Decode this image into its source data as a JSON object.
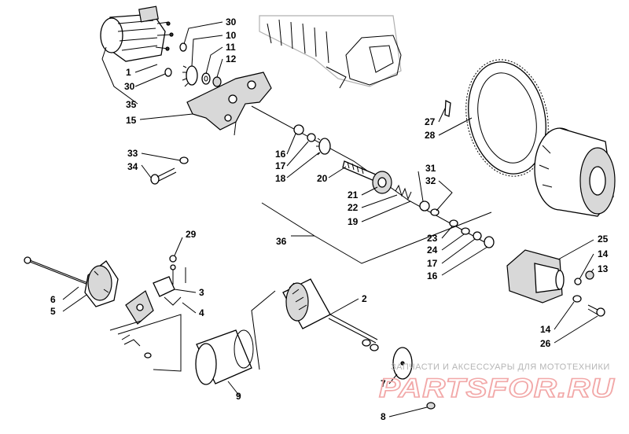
{
  "watermark": {
    "tagline": "ЗАПЧАСТИ И АКСЕССУАРЫ ДЛЯ МОТОТЕХНИКИ",
    "logo": "PARTSFOR.RU"
  },
  "callouts": [
    {
      "id": "c-30a",
      "label": "30"
    },
    {
      "id": "c-10",
      "label": "10"
    },
    {
      "id": "c-11",
      "label": "11"
    },
    {
      "id": "c-12",
      "label": "12"
    },
    {
      "id": "c-1",
      "label": "1"
    },
    {
      "id": "c-30b",
      "label": "30"
    },
    {
      "id": "c-35",
      "label": "35"
    },
    {
      "id": "c-15",
      "label": "15"
    },
    {
      "id": "c-33",
      "label": "33"
    },
    {
      "id": "c-34",
      "label": "34"
    },
    {
      "id": "c-16a",
      "label": "16"
    },
    {
      "id": "c-17a",
      "label": "17"
    },
    {
      "id": "c-18",
      "label": "18"
    },
    {
      "id": "c-20",
      "label": "20"
    },
    {
      "id": "c-21",
      "label": "21"
    },
    {
      "id": "c-22",
      "label": "22"
    },
    {
      "id": "c-19",
      "label": "19"
    },
    {
      "id": "c-31",
      "label": "31"
    },
    {
      "id": "c-32",
      "label": "32"
    },
    {
      "id": "c-27",
      "label": "27"
    },
    {
      "id": "c-28",
      "label": "28"
    },
    {
      "id": "c-36",
      "label": "36"
    },
    {
      "id": "c-23",
      "label": "23"
    },
    {
      "id": "c-24",
      "label": "24"
    },
    {
      "id": "c-17b",
      "label": "17"
    },
    {
      "id": "c-16b",
      "label": "16"
    },
    {
      "id": "c-25",
      "label": "25"
    },
    {
      "id": "c-14a",
      "label": "14"
    },
    {
      "id": "c-13",
      "label": "13"
    },
    {
      "id": "c-14b",
      "label": "14"
    },
    {
      "id": "c-26",
      "label": "26"
    },
    {
      "id": "c-29",
      "label": "29"
    },
    {
      "id": "c-3",
      "label": "3"
    },
    {
      "id": "c-4",
      "label": "4"
    },
    {
      "id": "c-6",
      "label": "6"
    },
    {
      "id": "c-5",
      "label": "5"
    },
    {
      "id": "c-2",
      "label": "2"
    },
    {
      "id": "c-9",
      "label": "9"
    },
    {
      "id": "c-7",
      "label": "7"
    },
    {
      "id": "c-8",
      "label": "8"
    }
  ]
}
